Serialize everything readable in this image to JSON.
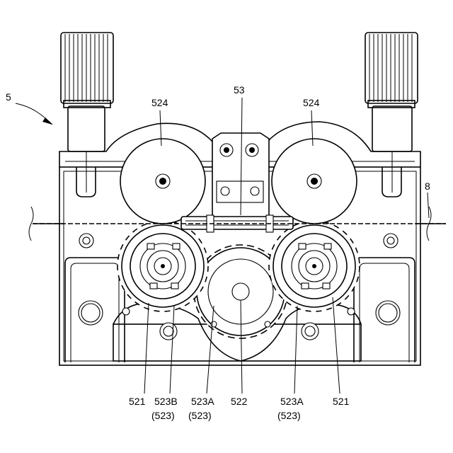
{
  "labels": {
    "unit": "5",
    "wire": "8",
    "pressure_roller_left": "524",
    "pressure_roller_right": "524",
    "arm_hinge": "53",
    "feed_roller_left": "521",
    "feed_roller_right": "521",
    "gear_left": "523B",
    "gear_left_group": "(523)",
    "gear_mid": "523A",
    "gear_mid_group": "(523)",
    "drive_gear": "522",
    "gear_right": "523A",
    "gear_right_group": "(523)"
  }
}
